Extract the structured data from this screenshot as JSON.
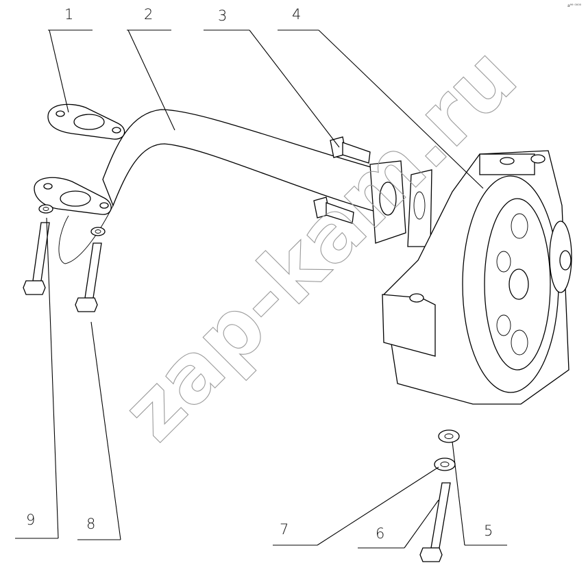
{
  "callouts": [
    {
      "id": "1",
      "label": "1"
    },
    {
      "id": "2",
      "label": "2"
    },
    {
      "id": "3",
      "label": "3"
    },
    {
      "id": "4",
      "label": "4"
    },
    {
      "id": "5",
      "label": "5"
    },
    {
      "id": "6",
      "label": "6"
    },
    {
      "id": "7",
      "label": "7"
    },
    {
      "id": "8",
      "label": "8"
    },
    {
      "id": "9",
      "label": "9"
    }
  ],
  "watermark": "zap-kam.ru",
  "corner_mark": "a⁹⁹ ⁰⁰⁰⁰"
}
